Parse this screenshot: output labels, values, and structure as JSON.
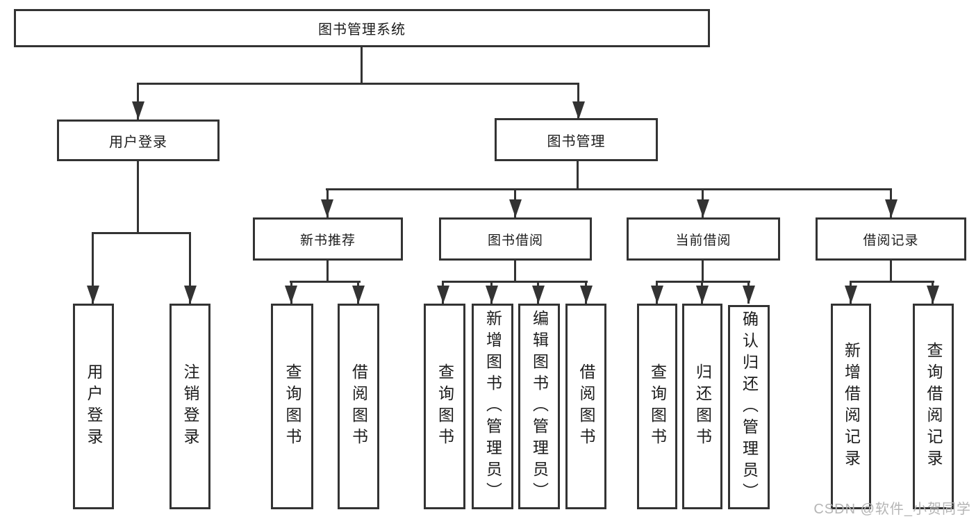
{
  "tree": {
    "root": {
      "label": "图书管理系统"
    },
    "user_login": {
      "label": "用户登录",
      "children": [
        {
          "label": "用户登录"
        },
        {
          "label": "注销登录"
        }
      ]
    },
    "book_mgmt": {
      "label": "图书管理"
    },
    "new_books": {
      "label": "新书推荐",
      "children": [
        {
          "label": "查询图书"
        },
        {
          "label": "借阅图书"
        }
      ]
    },
    "book_borrow": {
      "label": "图书借阅",
      "children": [
        {
          "label": "查询图书"
        },
        {
          "label": "新增图书（管理员）"
        },
        {
          "label": "编辑图书（管理员）"
        },
        {
          "label": "借阅图书"
        }
      ]
    },
    "current_borrow": {
      "label": "当前借阅",
      "children": [
        {
          "label": "查询图书"
        },
        {
          "label": "归还图书"
        },
        {
          "label": "确认归还（管理员）"
        }
      ]
    },
    "borrow_records": {
      "label": "借阅记录",
      "children": [
        {
          "label": "新增借阅记录"
        },
        {
          "label": "查询借阅记录"
        }
      ]
    },
    "watermark": {
      "text": "CSDN @软件_小贺同学"
    },
    "colors": {
      "line": "#333333",
      "text": "#1c1c1c",
      "watermark": "#b5b5b5",
      "bg": "#ffffff"
    }
  }
}
